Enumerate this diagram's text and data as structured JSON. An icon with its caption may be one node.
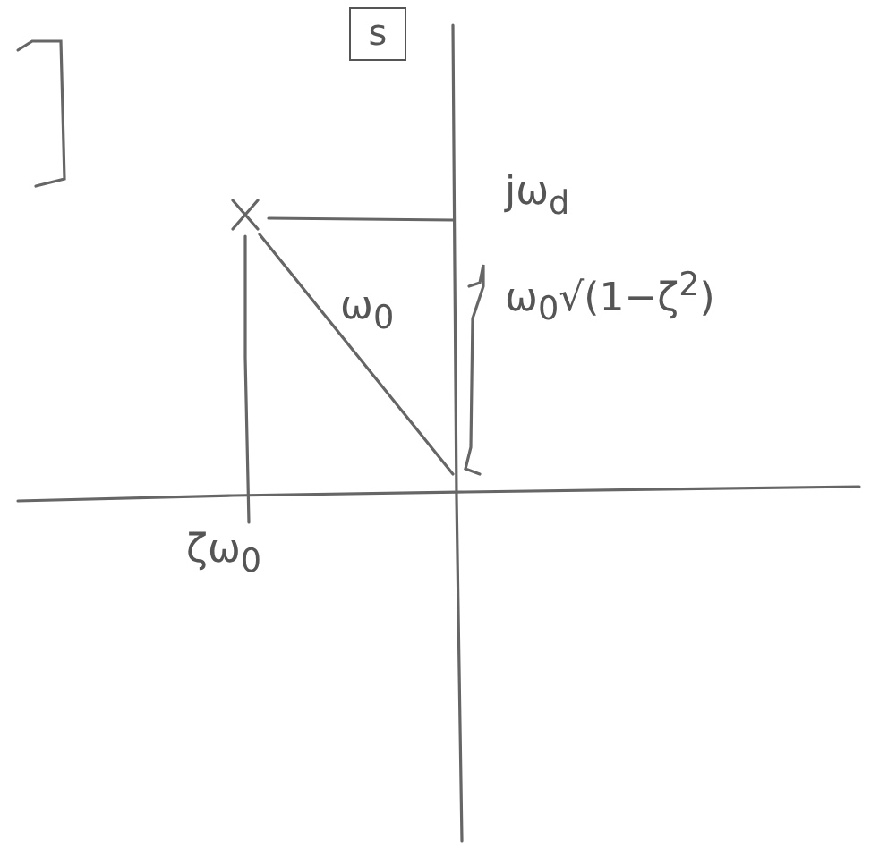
{
  "diagram": {
    "nodes": [
      {
        "text": [
          "s"
        ]
      }
    ],
    "labels": [
      "jω$_{d}$",
      "ω$_{0}$",
      "ω$_{0}$√(1−ζ$^{2}$)",
      "ζω$_{0}$"
    ]
  }
}
